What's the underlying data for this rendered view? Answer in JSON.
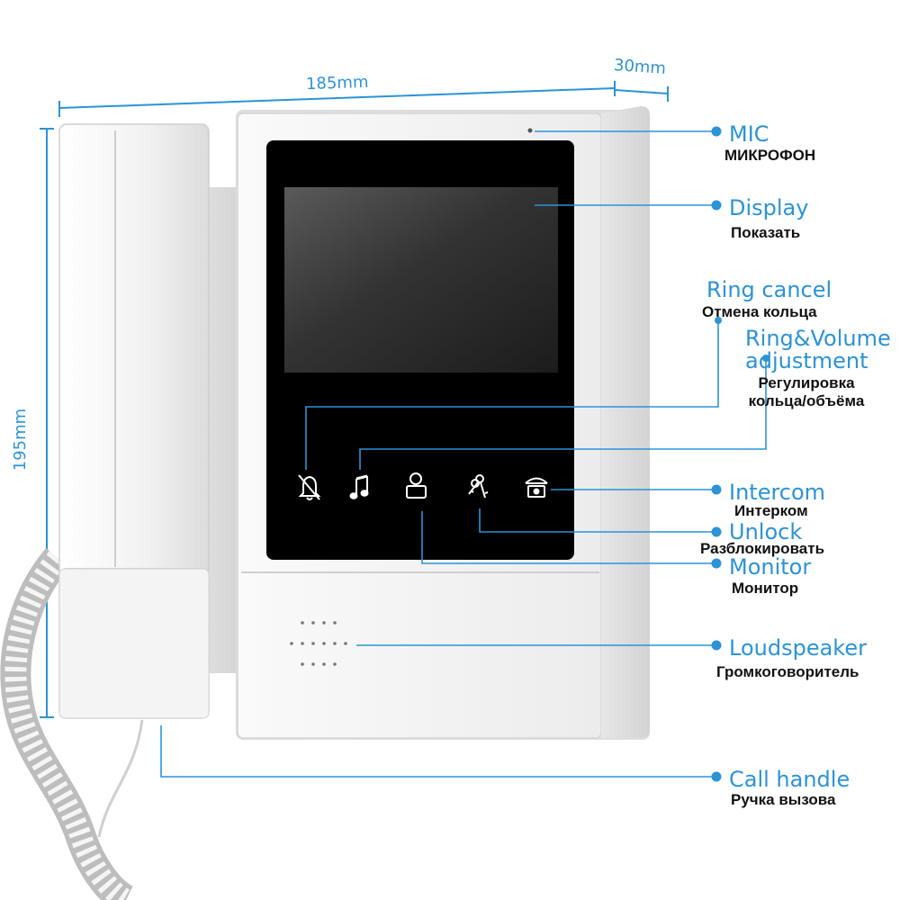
{
  "dimensions": {
    "width": "185mm",
    "depth": "30mm",
    "height": "195mm"
  },
  "labels": {
    "mic": {
      "en": "MIC",
      "ru": "МИКРОФОН"
    },
    "display": {
      "en": "Display",
      "ru": "Показать"
    },
    "ring_cancel": {
      "en": "Ring cancel",
      "ru": "Отмена кольца"
    },
    "ring_volume": {
      "en_line1": "Ring&Volume",
      "en_line2": "adjustment",
      "ru_line1": "Регулировка",
      "ru_line2": "кольца/объёма"
    },
    "intercom": {
      "en": "Intercom",
      "ru": "Интерком"
    },
    "unlock": {
      "en": "Unlock",
      "ru": "Разблокировать"
    },
    "monitor": {
      "en": "Monitor",
      "ru": "Монитор"
    },
    "loudspeaker": {
      "en": "Loudspeaker",
      "ru": "Громкоговоритель"
    },
    "call_handle": {
      "en": "Call handle",
      "ru": "Ручка вызова"
    }
  },
  "buttons": [
    "bell-off-icon",
    "music-note-icon",
    "person-icon",
    "keys-icon",
    "phone-icon"
  ],
  "colors": {
    "accent": "#2b93d6",
    "device": "#f2f2f2",
    "screen": "#000000"
  }
}
